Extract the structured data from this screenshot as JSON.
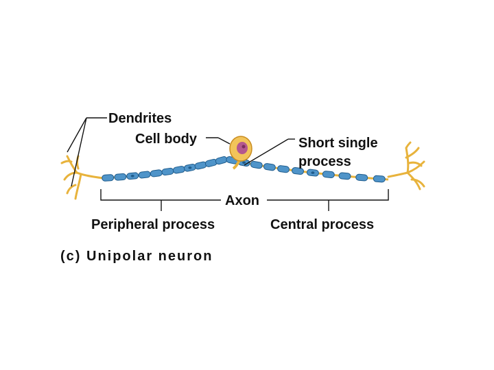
{
  "labels": {
    "dendrites": "Dendrites",
    "cell_body": "Cell body",
    "short_process_line1": "Short single",
    "short_process_line2": "process",
    "axon": "Axon",
    "peripheral": "Peripheral process",
    "central": "Central process"
  },
  "caption": "(c) Unipolar neuron",
  "colors": {
    "myelin_fill": "#4f94c9",
    "myelin_stroke": "#1f5c8c",
    "dendrite": "#e8b33c",
    "cell_body": "#f2c45a",
    "nucleus": "#b4578f"
  }
}
